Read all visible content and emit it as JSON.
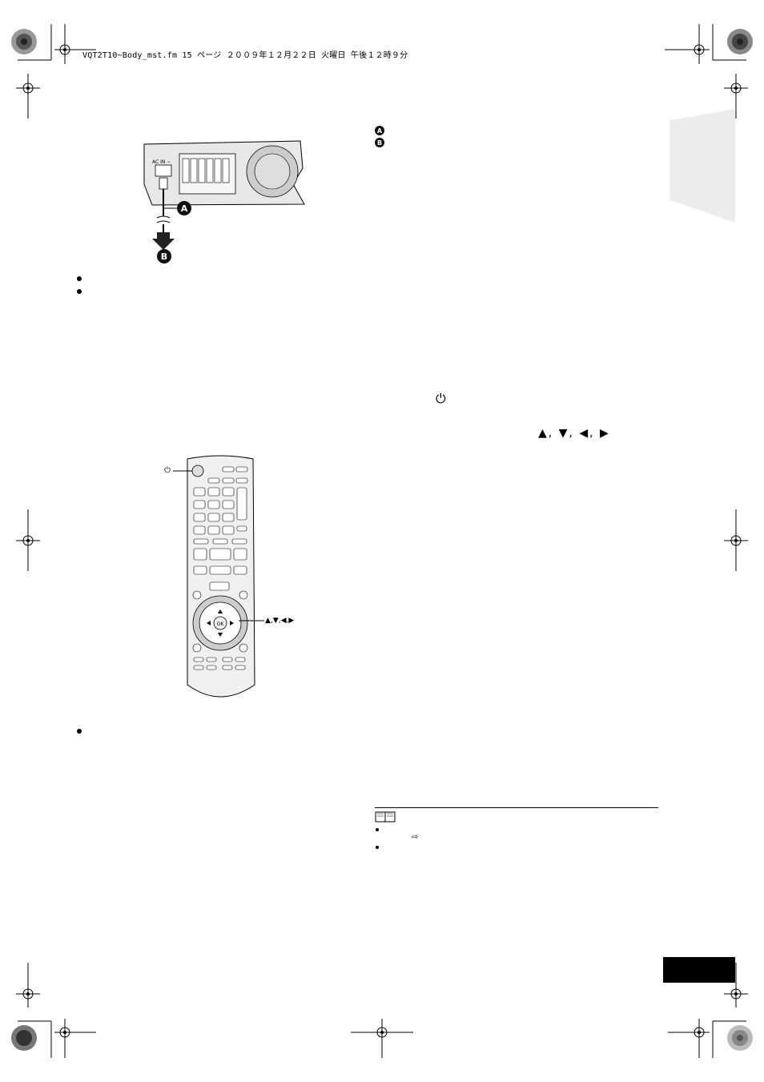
{
  "header": {
    "file_info": "VQT2T10~Body_mst.fm  15 ページ  ２００９年１２月２２日  火曜日  午後１２時９分"
  },
  "callouts": {
    "a": "A",
    "b": "B"
  },
  "figure_back_panel": {
    "ac_in_label": "AC IN ∼"
  },
  "remote_labels": {
    "power_symbol": "⏻",
    "direction_keys": "▲,▼,◀,▶",
    "ok_label": "OK"
  },
  "text_symbols": {
    "power_symbol": "⏻",
    "arrow_symbols": "▲, ▼, ◀, ▶"
  },
  "note_icon": "book-icon",
  "note_arrow": "⇨",
  "colors": {
    "side_tab": "#ececec",
    "page_box": "#000000"
  }
}
